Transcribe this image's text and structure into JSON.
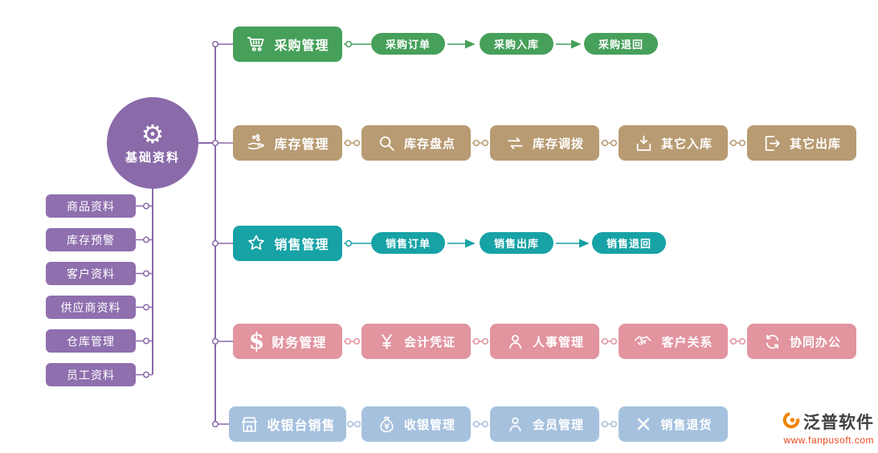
{
  "colors": {
    "purple": "#8a6aa9",
    "purple_light": "#8f6fae",
    "green": "#46a05a",
    "tan": "#b89b72",
    "teal": "#17a2a6",
    "pink": "#e2949f",
    "blue": "#a6c1de",
    "logo_orange": "#f08300",
    "logo_red": "#e8491d"
  },
  "icons": {
    "gear": "⚙",
    "dollar": "$"
  },
  "root": {
    "label": "基础资料"
  },
  "left_items": [
    {
      "label": "商品资料"
    },
    {
      "label": "库存预警"
    },
    {
      "label": "客户资料"
    },
    {
      "label": "供应商资料"
    },
    {
      "label": "仓库管理"
    },
    {
      "label": "员工资料"
    }
  ],
  "rows": [
    {
      "color": "#46a05a",
      "main": {
        "label": "采购管理"
      },
      "pills": [
        {
          "label": "采购订单"
        },
        {
          "label": "采购入库"
        },
        {
          "label": "采购退回"
        }
      ]
    },
    {
      "color": "#b89b72",
      "main": {
        "label": "库存管理"
      },
      "subs": [
        {
          "label": "库存盘点"
        },
        {
          "label": "库存调拨"
        },
        {
          "label": "其它入库"
        },
        {
          "label": "其它出库"
        }
      ]
    },
    {
      "color": "#17a2a6",
      "main": {
        "label": "销售管理"
      },
      "pills": [
        {
          "label": "销售订单"
        },
        {
          "label": "销售出库"
        },
        {
          "label": "销售退回"
        }
      ]
    },
    {
      "color": "#e2949f",
      "main": {
        "label": "财务管理"
      },
      "subs": [
        {
          "label": "会计凭证"
        },
        {
          "label": "人事管理"
        },
        {
          "label": "客户关系"
        },
        {
          "label": "协同办公"
        }
      ]
    },
    {
      "color": "#a6c1de",
      "main": {
        "label": "收银台销售"
      },
      "subs": [
        {
          "label": "收银管理"
        },
        {
          "label": "会员管理"
        },
        {
          "label": "销售退货"
        }
      ]
    }
  ],
  "logo": {
    "brand": "泛普软件",
    "url": "www.fanpusoft.com"
  }
}
